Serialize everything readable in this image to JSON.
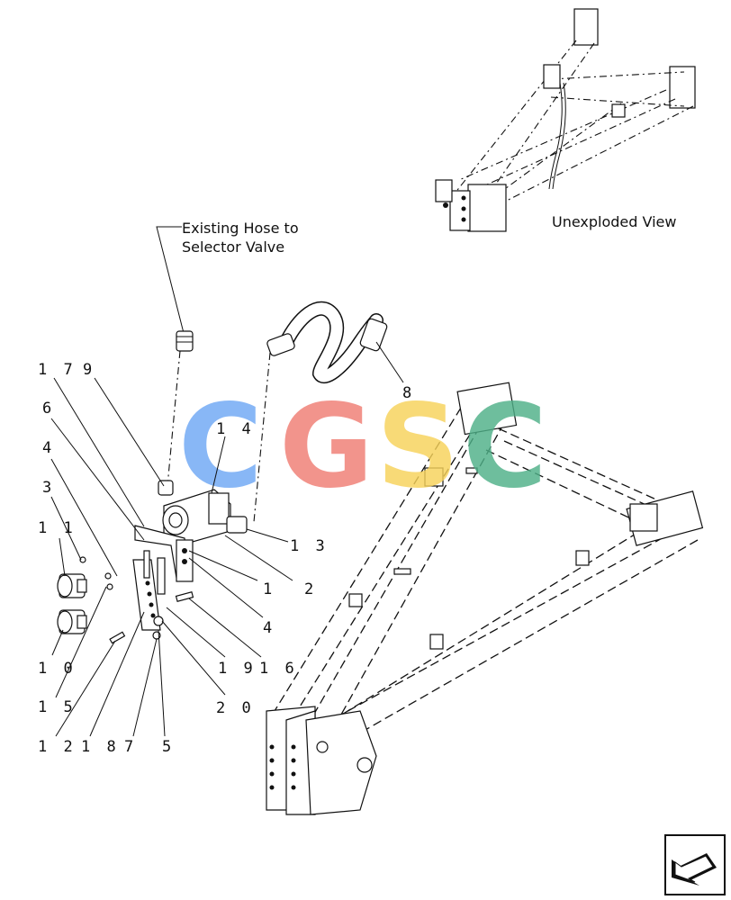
{
  "callouts": {
    "note_hose_line1": "Existing Hose to",
    "note_hose_line2": "Selector Valve",
    "unexploded_view": "Unexploded View",
    "label_17": "1 7",
    "label_9": "9",
    "label_6": "6",
    "label_4a": "4",
    "label_3": "3",
    "label_11": "1 1",
    "label_10": "1 0",
    "label_15": "1 5",
    "label_12": "1 2",
    "label_18": "1 8",
    "label_7": "7",
    "label_5": "5",
    "label_20": "2 0",
    "label_19": "1 9",
    "label_16": "1 6",
    "label_4b": "4",
    "label_1": "1",
    "label_2": "2",
    "label_13": "1 3",
    "label_14": "1 4",
    "label_8": "8"
  },
  "watermark": {
    "letters": [
      "C",
      "G",
      "S",
      "C"
    ],
    "colors": [
      "#6fa8f5",
      "#f07d74",
      "#f7d25a",
      "#4fb088"
    ]
  },
  "icons": {
    "nav_arrow": "arrow-icon"
  }
}
